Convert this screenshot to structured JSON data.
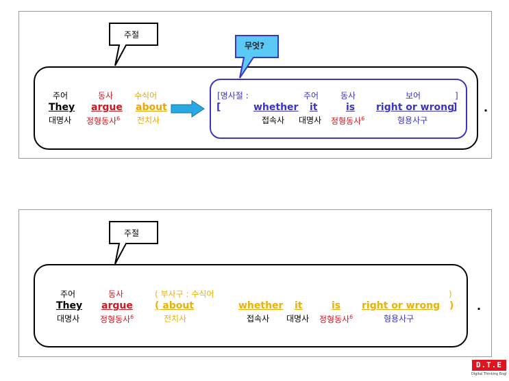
{
  "panel1": {
    "callout": "주절",
    "callout_what": "무엇?",
    "main": {
      "subject": {
        "role": "주어",
        "word": "They",
        "pos": "대명사"
      },
      "verb": {
        "role": "동사",
        "word": "argue",
        "pos": "정형동사",
        "sup": "6"
      },
      "modifier": {
        "role": "수식어",
        "word": "about",
        "pos": "전치사"
      }
    },
    "clause": {
      "open_label": "[명사절 :",
      "close_label": "]",
      "open_bracket": "[",
      "close_bracket": "]",
      "conj": {
        "word": "whether",
        "pos": "접속사"
      },
      "subject": {
        "role": "주어",
        "word": "it",
        "pos": "대명사"
      },
      "verb": {
        "role": "동사",
        "word": "is",
        "pos": "정형동사",
        "sup": "6"
      },
      "complement": {
        "role": "보어",
        "word": "right or wrong",
        "pos": "형용사구"
      }
    },
    "period": "."
  },
  "panel2": {
    "callout": "주절",
    "subject": {
      "role": "주어",
      "word": "They",
      "pos": "대명사"
    },
    "verb": {
      "role": "동사",
      "word": "argue",
      "pos": "정형동사",
      "sup": "6"
    },
    "phrase": {
      "open_label": "( 부사구 : 수식어",
      "close_label": ")",
      "prep": {
        "word": "( about",
        "pos": "전치사"
      },
      "conj": {
        "word": "whether",
        "pos": "접속사"
      },
      "subject": {
        "word": "it",
        "pos": "대명사"
      },
      "verb": {
        "word": "is",
        "pos": "정형동사",
        "sup": "6"
      },
      "complement": {
        "word": "right or wrong",
        "pos": "형용사구"
      },
      "close_bracket": ")"
    },
    "period": "."
  },
  "logo": {
    "mark": "D.T.E",
    "caption": "Digital Thinking English"
  },
  "colors": {
    "red": "#d0161f",
    "orange": "#f0a500",
    "blue": "#3a33c8",
    "arrow": "#29a9e1",
    "callout_blue": "#5bc8f5"
  }
}
